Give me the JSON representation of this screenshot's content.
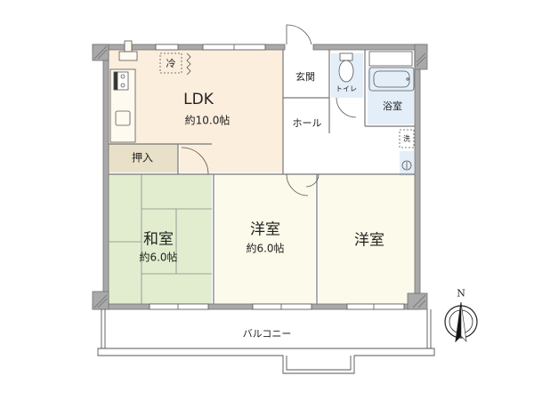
{
  "floorplan": {
    "rooms": [
      {
        "id": "ldk",
        "name": "LDK",
        "size": "約10.0帖",
        "fill": "#fbeedd"
      },
      {
        "id": "oshiire",
        "name": "押入",
        "fill": "#e8e0c8"
      },
      {
        "id": "washitsu",
        "name": "和室",
        "size": "約6.0帖",
        "fill": "#e2edcf"
      },
      {
        "id": "yoshitsu1",
        "name": "洋室",
        "size": "約6.0帖",
        "fill": "#fcfaea"
      },
      {
        "id": "yoshitsu2",
        "name": "洋室",
        "fill": "#fcfaea"
      },
      {
        "id": "genkan",
        "name": "玄関",
        "fill": "#ffffff"
      },
      {
        "id": "hall",
        "name": "ホール",
        "fill": "#ffffff"
      },
      {
        "id": "toilet",
        "name": "トイレ",
        "fill": "#e4eef8"
      },
      {
        "id": "bath",
        "name": "浴室",
        "fill": "#e4eef8"
      },
      {
        "id": "balcony",
        "name": "バルコニー",
        "fill": "#ffffff"
      }
    ],
    "fixtures": {
      "fridge": "冷",
      "washer": "洗"
    },
    "compass": {
      "label": "N"
    },
    "colors": {
      "wall": "#a9a9a9",
      "wall_dark": "#6e6e6e",
      "line": "#555555"
    }
  }
}
